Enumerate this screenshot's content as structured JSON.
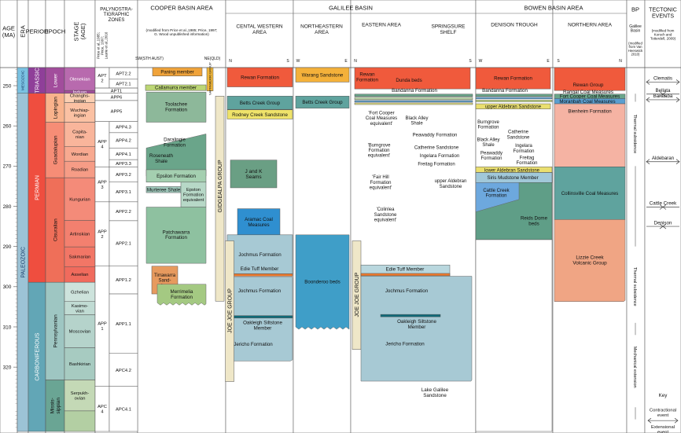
{
  "headers": {
    "age": "AGE\n(MA)",
    "era": "ERA",
    "period": "PERIOD",
    "epoch": "EPOCH",
    "stage": "STAGE\n(AGE)",
    "palyno": "PALYNOSTRA-\nTIGRAPHIC\nZONES",
    "palyno_note": "Price et al.,1985;\nPrice, 1997;\nLaurie et al.,2016",
    "cooper": "COOPER BASIN AREA",
    "cooper_note": "(modified from Price et al.,1985; Price, 1997;\nG. Wood unpublished information)",
    "cooper_dir": [
      "SW(STH AUST)",
      "NE(QLD)"
    ],
    "galilee": "GALILEE BASIN",
    "central_western": "CENTAL WESTERN\nAREA",
    "northeastern": "NORTHEASTERN\nAREA",
    "eastern": "EASTERN AREA",
    "springsure": "SPRINGSURE\nSHELF",
    "bowen": "BOWEN BASIN AREA",
    "denison": "DENISON TROUGH",
    "northern": "NORTHERN AREA",
    "bp": "BP",
    "bp_sub": "Galilee\nBasin",
    "bp_note": "(modified\nfrom Van\nHeeswick\n2010)",
    "tectonic": "TECTONIC\nEVENTS",
    "tectonic_note": "(modified from\nKorsch and\nTotterdell, 2009)",
    "dir_labels": {
      "cw": [
        "N",
        "S"
      ],
      "ne": [
        "W",
        "E"
      ],
      "ea": [
        "N",
        "S"
      ],
      "de": [
        "W",
        "E"
      ],
      "no": [
        "S",
        "N"
      ]
    }
  },
  "age_ticks": [
    250,
    260,
    270,
    280,
    290,
    300,
    310,
    320
  ],
  "eras": [
    {
      "name": "MESOZOIC",
      "from": 245.5,
      "to": 251.9,
      "color": "#7ac2e2"
    },
    {
      "name": "PALEOZOIC",
      "from": 251.9,
      "to": 336,
      "color": "#9cc3d6"
    }
  ],
  "periods": [
    {
      "name": "TRIASSIC",
      "from": 245.5,
      "to": 251.9,
      "color": "#8f3f99"
    },
    {
      "name": "PERMIAN",
      "from": 251.9,
      "to": 298.9,
      "color": "#ef4e3f"
    },
    {
      "name": "CARBONIFEROUS",
      "from": 298.9,
      "to": 336,
      "color": "#62a6b6"
    }
  ],
  "epochs": [
    {
      "name": "Lower",
      "from": 245.5,
      "to": 251.9,
      "color": "#a24d9c"
    },
    {
      "name": "Lopingian",
      "from": 251.9,
      "to": 259.1,
      "color": "#f9b38c"
    },
    {
      "name": "Guadalupian",
      "from": 259.1,
      "to": 272.9,
      "color": "#f68d76"
    },
    {
      "name": "Cisuralian",
      "from": 272.9,
      "to": 298.9,
      "color": "#ef6f59"
    },
    {
      "name": "Pennsylvanian",
      "from": 298.9,
      "to": 323.2,
      "color": "#9ec6c2"
    },
    {
      "name": "Missis-\nsippian",
      "from": 323.2,
      "to": 336,
      "color": "#6aa594"
    }
  ],
  "stages": [
    {
      "name": "Olenekian",
      "from": 245.5,
      "to": 251.2,
      "color": "#b86aae"
    },
    {
      "name": "Induan",
      "from": 251.2,
      "to": 251.9,
      "color": "#a24d9c"
    },
    {
      "name": "Changhs-\ningian",
      "from": 251.9,
      "to": 254.2,
      "color": "#fbcfb2"
    },
    {
      "name": "Wuchiap-\ningian",
      "from": 254.2,
      "to": 259.1,
      "color": "#fbc1a3"
    },
    {
      "name": "Capita-\nnian",
      "from": 259.1,
      "to": 265.1,
      "color": "#f9b59b"
    },
    {
      "name": "Wordian",
      "from": 265.1,
      "to": 268.8,
      "color": "#f8a990"
    },
    {
      "name": "Roadian",
      "from": 268.8,
      "to": 272.9,
      "color": "#f69c86"
    },
    {
      "name": "Kungurian",
      "from": 272.9,
      "to": 283.5,
      "color": "#f48b79"
    },
    {
      "name": "Artinskian",
      "from": 283.5,
      "to": 290.1,
      "color": "#f3806f"
    },
    {
      "name": "Sakmarian",
      "from": 290.1,
      "to": 295.0,
      "color": "#f27666"
    },
    {
      "name": "Asselian",
      "from": 295.0,
      "to": 298.9,
      "color": "#f06b5d"
    },
    {
      "name": "Gzhelian",
      "from": 298.9,
      "to": 303.7,
      "color": "#cde3dc"
    },
    {
      "name": "Kasimo-\nvian",
      "from": 303.7,
      "to": 307.0,
      "color": "#c0dbd3"
    },
    {
      "name": "Moscovian",
      "from": 307.0,
      "to": 315.2,
      "color": "#b5d3cb"
    },
    {
      "name": "Bashkirian",
      "from": 315.2,
      "to": 323.2,
      "color": "#a7cbc1"
    },
    {
      "name": "Serpukh-\novian",
      "from": 323.2,
      "to": 330.9,
      "color": "#c4d9b6"
    },
    {
      "name": "",
      "from": 330.9,
      "to": 336,
      "color": "#b3cfa3"
    }
  ],
  "apt_major": [
    {
      "name": "APT\n2",
      "from": 245.5,
      "to": 250.6
    },
    {
      "name": "APT1",
      "from": 250.6,
      "to": 251.9
    },
    {
      "name": "APP6",
      "from": 251.9,
      "to": 253.7
    },
    {
      "name": "APP5",
      "from": 253.7,
      "to": 258.9
    },
    {
      "name": "APP\n4",
      "from": 258.9,
      "to": 270.2
    },
    {
      "name": "APP\n3",
      "from": 270.2,
      "to": 278.9
    },
    {
      "name": "APP\n2",
      "from": 278.9,
      "to": 294.8
    },
    {
      "name": "APP\n1",
      "from": 294.8,
      "to": 324.8
    },
    {
      "name": "APC\n4",
      "from": 324.8,
      "to": 336
    }
  ],
  "apt_minor": [
    {
      "name": "APT2.2",
      "from": 245.5,
      "to": 248.4
    },
    {
      "name": "APT2.1",
      "from": 248.4,
      "to": 250.6
    },
    {
      "name": "",
      "from": 250.6,
      "to": 251.9
    },
    {
      "name": "",
      "from": 251.9,
      "to": 253.7
    },
    {
      "name": "",
      "from": 253.7,
      "to": 258.9
    },
    {
      "name": "APP4.3",
      "from": 258.9,
      "to": 261.7
    },
    {
      "name": "APP4.2",
      "from": 261.7,
      "to": 265.5
    },
    {
      "name": "APP4.1",
      "from": 265.5,
      "to": 268.4
    },
    {
      "name": "APP3.3",
      "from": 268.4,
      "to": 270.2
    },
    {
      "name": "APP3.2",
      "from": 270.2,
      "to": 273.9
    },
    {
      "name": "APP3.1",
      "from": 273.9,
      "to": 278.9
    },
    {
      "name": "APP2.2",
      "from": 278.9,
      "to": 283.6
    },
    {
      "name": "APP2.1",
      "from": 283.6,
      "to": 294.8
    },
    {
      "name": "APP1.2",
      "from": 294.8,
      "to": 301.8
    },
    {
      "name": "APP1.1",
      "from": 301.8,
      "to": 316.6
    },
    {
      "name": "APC4.2",
      "from": 316.6,
      "to": 324.8
    },
    {
      "name": "APC4.1",
      "from": 324.8,
      "to": 336
    }
  ],
  "groups": [
    {
      "name": "GIDGEALPA  GROUP",
      "color": "#efe7c8"
    },
    {
      "name": "JOE JOE GROUP",
      "color": "#efe7c8"
    },
    {
      "name": "JOE JOE GROUP",
      "color": "#efe7c8"
    }
  ],
  "formations": {
    "cooper": [
      "Paning member",
      "Callamurra member",
      "Toolachee\nFormation",
      "Daralingie\nFormation",
      "Roseneath\nShale",
      "Epsilon Formation",
      "Murteree Shale",
      "Epston\nFormation\nequivalent",
      "Patchawarra\nFormation",
      "Tirrawarra\nSand-\nstone",
      "Merrimelia\nFormation",
      "NAPPAMERRI GROUP"
    ],
    "central_western": [
      "Rewan Formation",
      "Betts Creek Group",
      "Rodney Creek Sandstone",
      "J and K\nSeams",
      "Aramac Coal\nMeasures",
      "Jochmus Formation",
      "Edie Tuff Member",
      "Jochmus Formation",
      "Oakleigh Siltstone\nMember",
      "Jericho Formation"
    ],
    "northeastern": [
      "Warang Sandstone",
      "Betts Creek Group",
      "Boonderoo beds"
    ],
    "eastern": [
      "Rewan\nFormation",
      "Dunda beds",
      "Bandanna Formation",
      "'Fort Cooper\nCoal Measures\nequivalent'",
      "'Burngrove\nFormation\nequivalent'",
      "'Fair Hill\nFormation\nequivalent'",
      "'Colinlea\nSandstone\nequivalent'",
      "Black Alley\nShale",
      "Peawaddy Formation",
      "Catherine Sandstone",
      "Ingelara Formation",
      "Freitag Formation",
      "upper Aldebran\nSandstone",
      "Edie Tuff Member",
      "Jochmus Formation",
      "Oakleigh Siltstone\nMember",
      "Jericho Formation",
      "Lake Galilee\nSandstone"
    ],
    "denison": [
      "Rewan Formation",
      "Bandanna Formation",
      "upper Aldebran Sandstone",
      "Burngrove\nFormation",
      "Black Alley\nShale",
      "Peawaddy\nFormation",
      "Catherine\nSandstone",
      "Ingelara\nFormation",
      "Freitag\nFormation",
      "lower Aldebran Sandstone",
      "Siris Mudstone Member",
      "Cattle Creek\nFormation",
      "Reids Dome\nbeds"
    ],
    "northern": [
      "Rewan Group",
      "Rangal Coal Measures",
      "Fort Cooper Coal Measures",
      "Moranbah Coal Measures",
      "Bienheim Formation",
      "Collinsville Coal Measures",
      "Lizzie Creek\nVolcanic Group"
    ]
  },
  "bp": [
    "Thermal subsidence",
    "Thermal subsidence",
    "Mechanical extension"
  ],
  "tectonic": {
    "events": [
      {
        "name": "Clematis",
        "age": 249.1,
        "kind": "contractional"
      },
      {
        "name": "Bellata",
        "age": 252.1,
        "kind": "extensional"
      },
      {
        "name": "Baralaba",
        "age": 253.5,
        "kind": "contractional"
      },
      {
        "name": "Aldebaran",
        "age": 268.9,
        "kind": "contractional"
      },
      {
        "name": "Cattle Creek",
        "age": 280.2,
        "kind": "extensional"
      },
      {
        "name": "Denison",
        "age": 285.0,
        "kind": "extensional"
      }
    ],
    "key_title": "Key",
    "key_items": [
      "Contractional\nevent",
      "Extensional\nevent"
    ]
  }
}
